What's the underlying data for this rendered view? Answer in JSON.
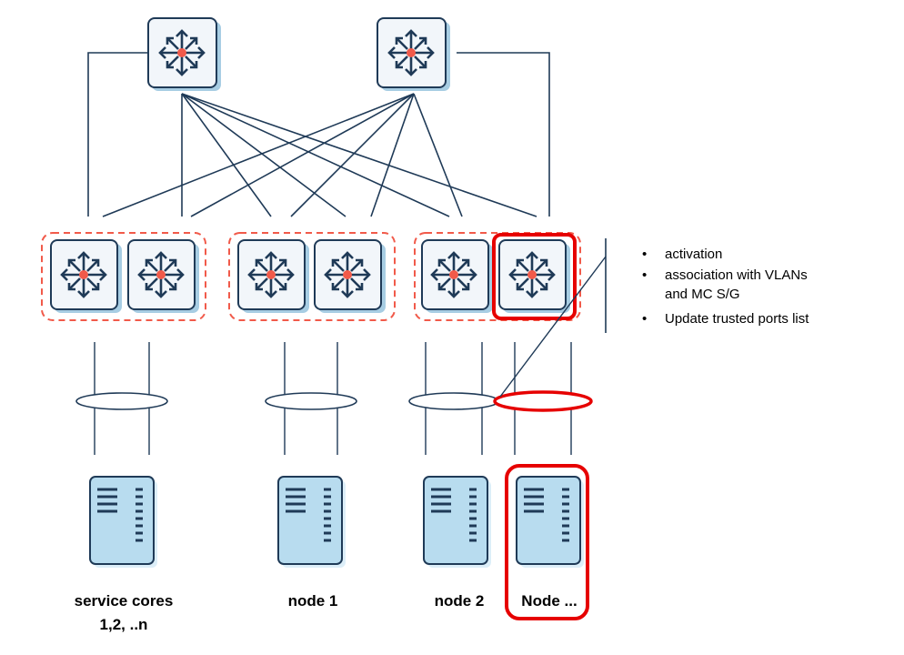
{
  "colors": {
    "line": "#1f3a57",
    "icon_outline": "#1f3a57",
    "icon_fill": "#f2f6fa",
    "icon_shadow": "#a7cde3",
    "icon_center": "#f15a4a",
    "group_dash": "#f15a4a",
    "highlight": "#e60000",
    "server_fill": "#b8dcef",
    "server_outline": "#1f3a57"
  },
  "icons": {
    "router": "router-icon",
    "server": "server-icon"
  },
  "notes": [
    "activation",
    "association with VLANs",
    "and MC S/G",
    "Update trusted ports list"
  ],
  "labels": {
    "service_cores_line1": "service cores",
    "service_cores_line2": "1,2, ..n",
    "node1": "node 1",
    "node2": "node 2",
    "node_n": "Node ..."
  }
}
